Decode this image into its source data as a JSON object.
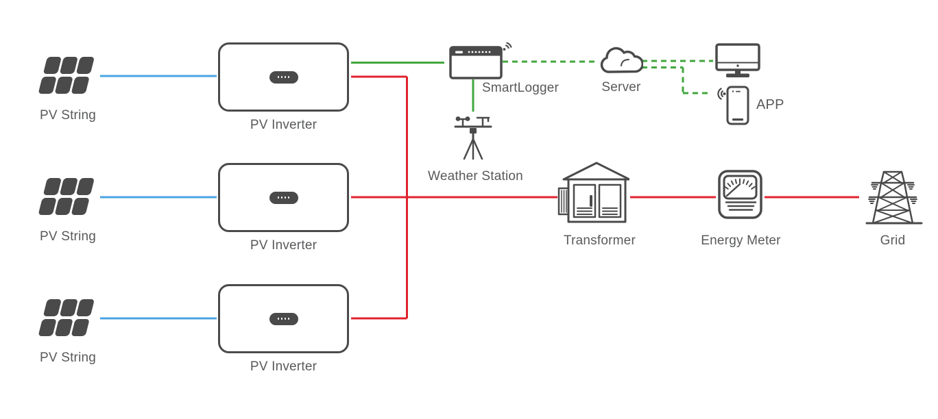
{
  "diagram": {
    "description": "PV plant monitoring architecture diagram",
    "nodes": [
      {
        "id": "pv-string-1",
        "label": "PV String",
        "icon": "solar-panel-icon"
      },
      {
        "id": "pv-inverter-1",
        "label": "PV Inverter",
        "icon": "inverter-box-icon"
      },
      {
        "id": "pv-string-2",
        "label": "PV String",
        "icon": "solar-panel-icon"
      },
      {
        "id": "pv-inverter-2",
        "label": "PV Inverter",
        "icon": "inverter-box-icon"
      },
      {
        "id": "pv-string-3",
        "label": "PV String",
        "icon": "solar-panel-icon"
      },
      {
        "id": "pv-inverter-3",
        "label": "PV Inverter",
        "icon": "inverter-box-icon"
      },
      {
        "id": "smartlogger",
        "label": "SmartLogger",
        "icon": "data-logger-icon"
      },
      {
        "id": "weather-station",
        "label": "Weather Station",
        "icon": "weather-station-icon"
      },
      {
        "id": "server",
        "label": "Server",
        "icon": "cloud-icon"
      },
      {
        "id": "monitor",
        "label": "",
        "icon": "desktop-monitor-icon"
      },
      {
        "id": "app",
        "label": "APP",
        "icon": "smartphone-icon"
      },
      {
        "id": "transformer",
        "label": "Transformer",
        "icon": "transformer-cabinet-icon"
      },
      {
        "id": "energy-meter",
        "label": "Energy Meter",
        "icon": "gauge-meter-icon"
      },
      {
        "id": "grid",
        "label": "Grid",
        "icon": "transmission-tower-icon"
      }
    ],
    "connections": [
      {
        "from": "pv-string-1",
        "to": "pv-inverter-1",
        "style": "solid",
        "color_key": "blue"
      },
      {
        "from": "pv-string-2",
        "to": "pv-inverter-2",
        "style": "solid",
        "color_key": "blue"
      },
      {
        "from": "pv-string-3",
        "to": "pv-inverter-3",
        "style": "solid",
        "color_key": "blue"
      },
      {
        "from": "pv-inverter-1",
        "to": "smartlogger",
        "style": "solid",
        "color_key": "green"
      },
      {
        "from": "smartlogger",
        "to": "weather-station",
        "style": "solid",
        "color_key": "green"
      },
      {
        "from": "smartlogger",
        "to": "server",
        "style": "dashed",
        "color_key": "green"
      },
      {
        "from": "server",
        "to": "monitor",
        "style": "dashed",
        "color_key": "green"
      },
      {
        "from": "server",
        "to": "app",
        "style": "dashed",
        "color_key": "green"
      },
      {
        "from": "pv-inverter-1",
        "to": "ac-bus",
        "style": "solid",
        "color_key": "red"
      },
      {
        "from": "pv-inverter-2",
        "to": "transformer",
        "style": "solid",
        "color_key": "red"
      },
      {
        "from": "pv-inverter-3",
        "to": "ac-bus",
        "style": "solid",
        "color_key": "red"
      },
      {
        "from": "transformer",
        "to": "energy-meter",
        "style": "solid",
        "color_key": "red"
      },
      {
        "from": "energy-meter",
        "to": "grid",
        "style": "solid",
        "color_key": "red"
      }
    ]
  },
  "colors": {
    "background": "#ffffff",
    "dark": "#4a4a4b",
    "text": "#58595b",
    "blue": "#4aa3e3",
    "green": "#41a63d",
    "red": "#e0232e"
  }
}
